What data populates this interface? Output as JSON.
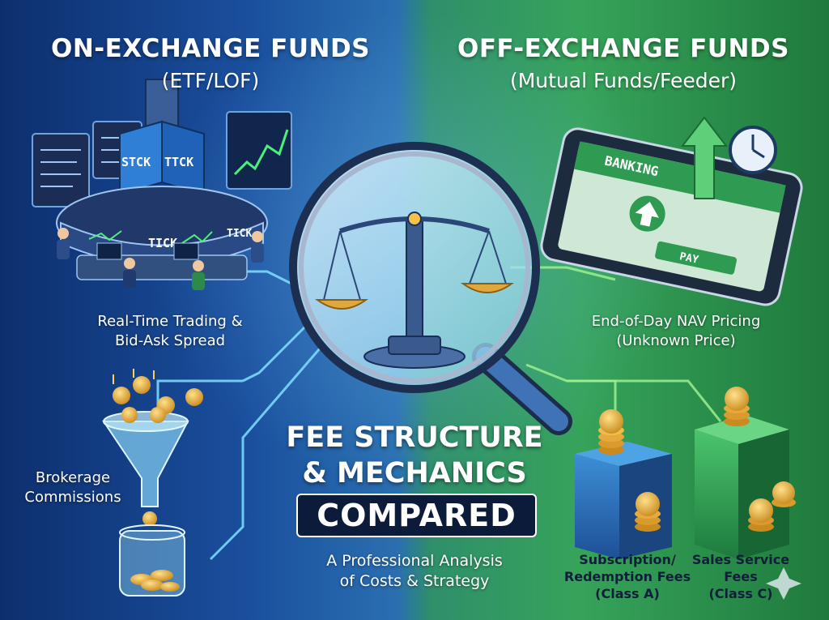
{
  "left_panel": {
    "title": "ON-EXCHANGE FUNDS",
    "subtitle": "(ETF/LOF)",
    "tower_labels": [
      "STCK",
      "TTCK"
    ],
    "ring_label": "TICK",
    "ring_label_2": "TICK",
    "feature_label_line1": "Real-Time Trading &",
    "feature_label_line2": "Bid-Ask Spread",
    "commission_label_line1": "Brokerage",
    "commission_label_line2": "Commissions"
  },
  "right_panel": {
    "title": "OFF-EXCHANGE FUNDS",
    "subtitle": "(Mutual Funds/Feeder)",
    "tablet_banner": "BANKING",
    "tablet_button": "PAY",
    "feature_label_line1": "End-of-Day NAV Pricing",
    "feature_label_line2": "(Unknown Price)",
    "fee_a_line1": "Subscription/",
    "fee_a_line2": "Redemption Fees",
    "fee_a_line3": "(Class A)",
    "fee_c_line1": "Sales Service",
    "fee_c_line2": "Fees",
    "fee_c_line3": "(Class C)"
  },
  "center": {
    "title_line1": "FEE STRUCTURE",
    "title_line2": "& MECHANICS",
    "title_line3": "COMPARED",
    "subtitle_line1": "A Professional Analysis",
    "subtitle_line2": "of Costs & Strategy"
  },
  "colors": {
    "left_blue": "#1a4f9e",
    "right_green": "#36a35a",
    "gold": "#e0a83a",
    "glow": "#7fe0ff"
  }
}
